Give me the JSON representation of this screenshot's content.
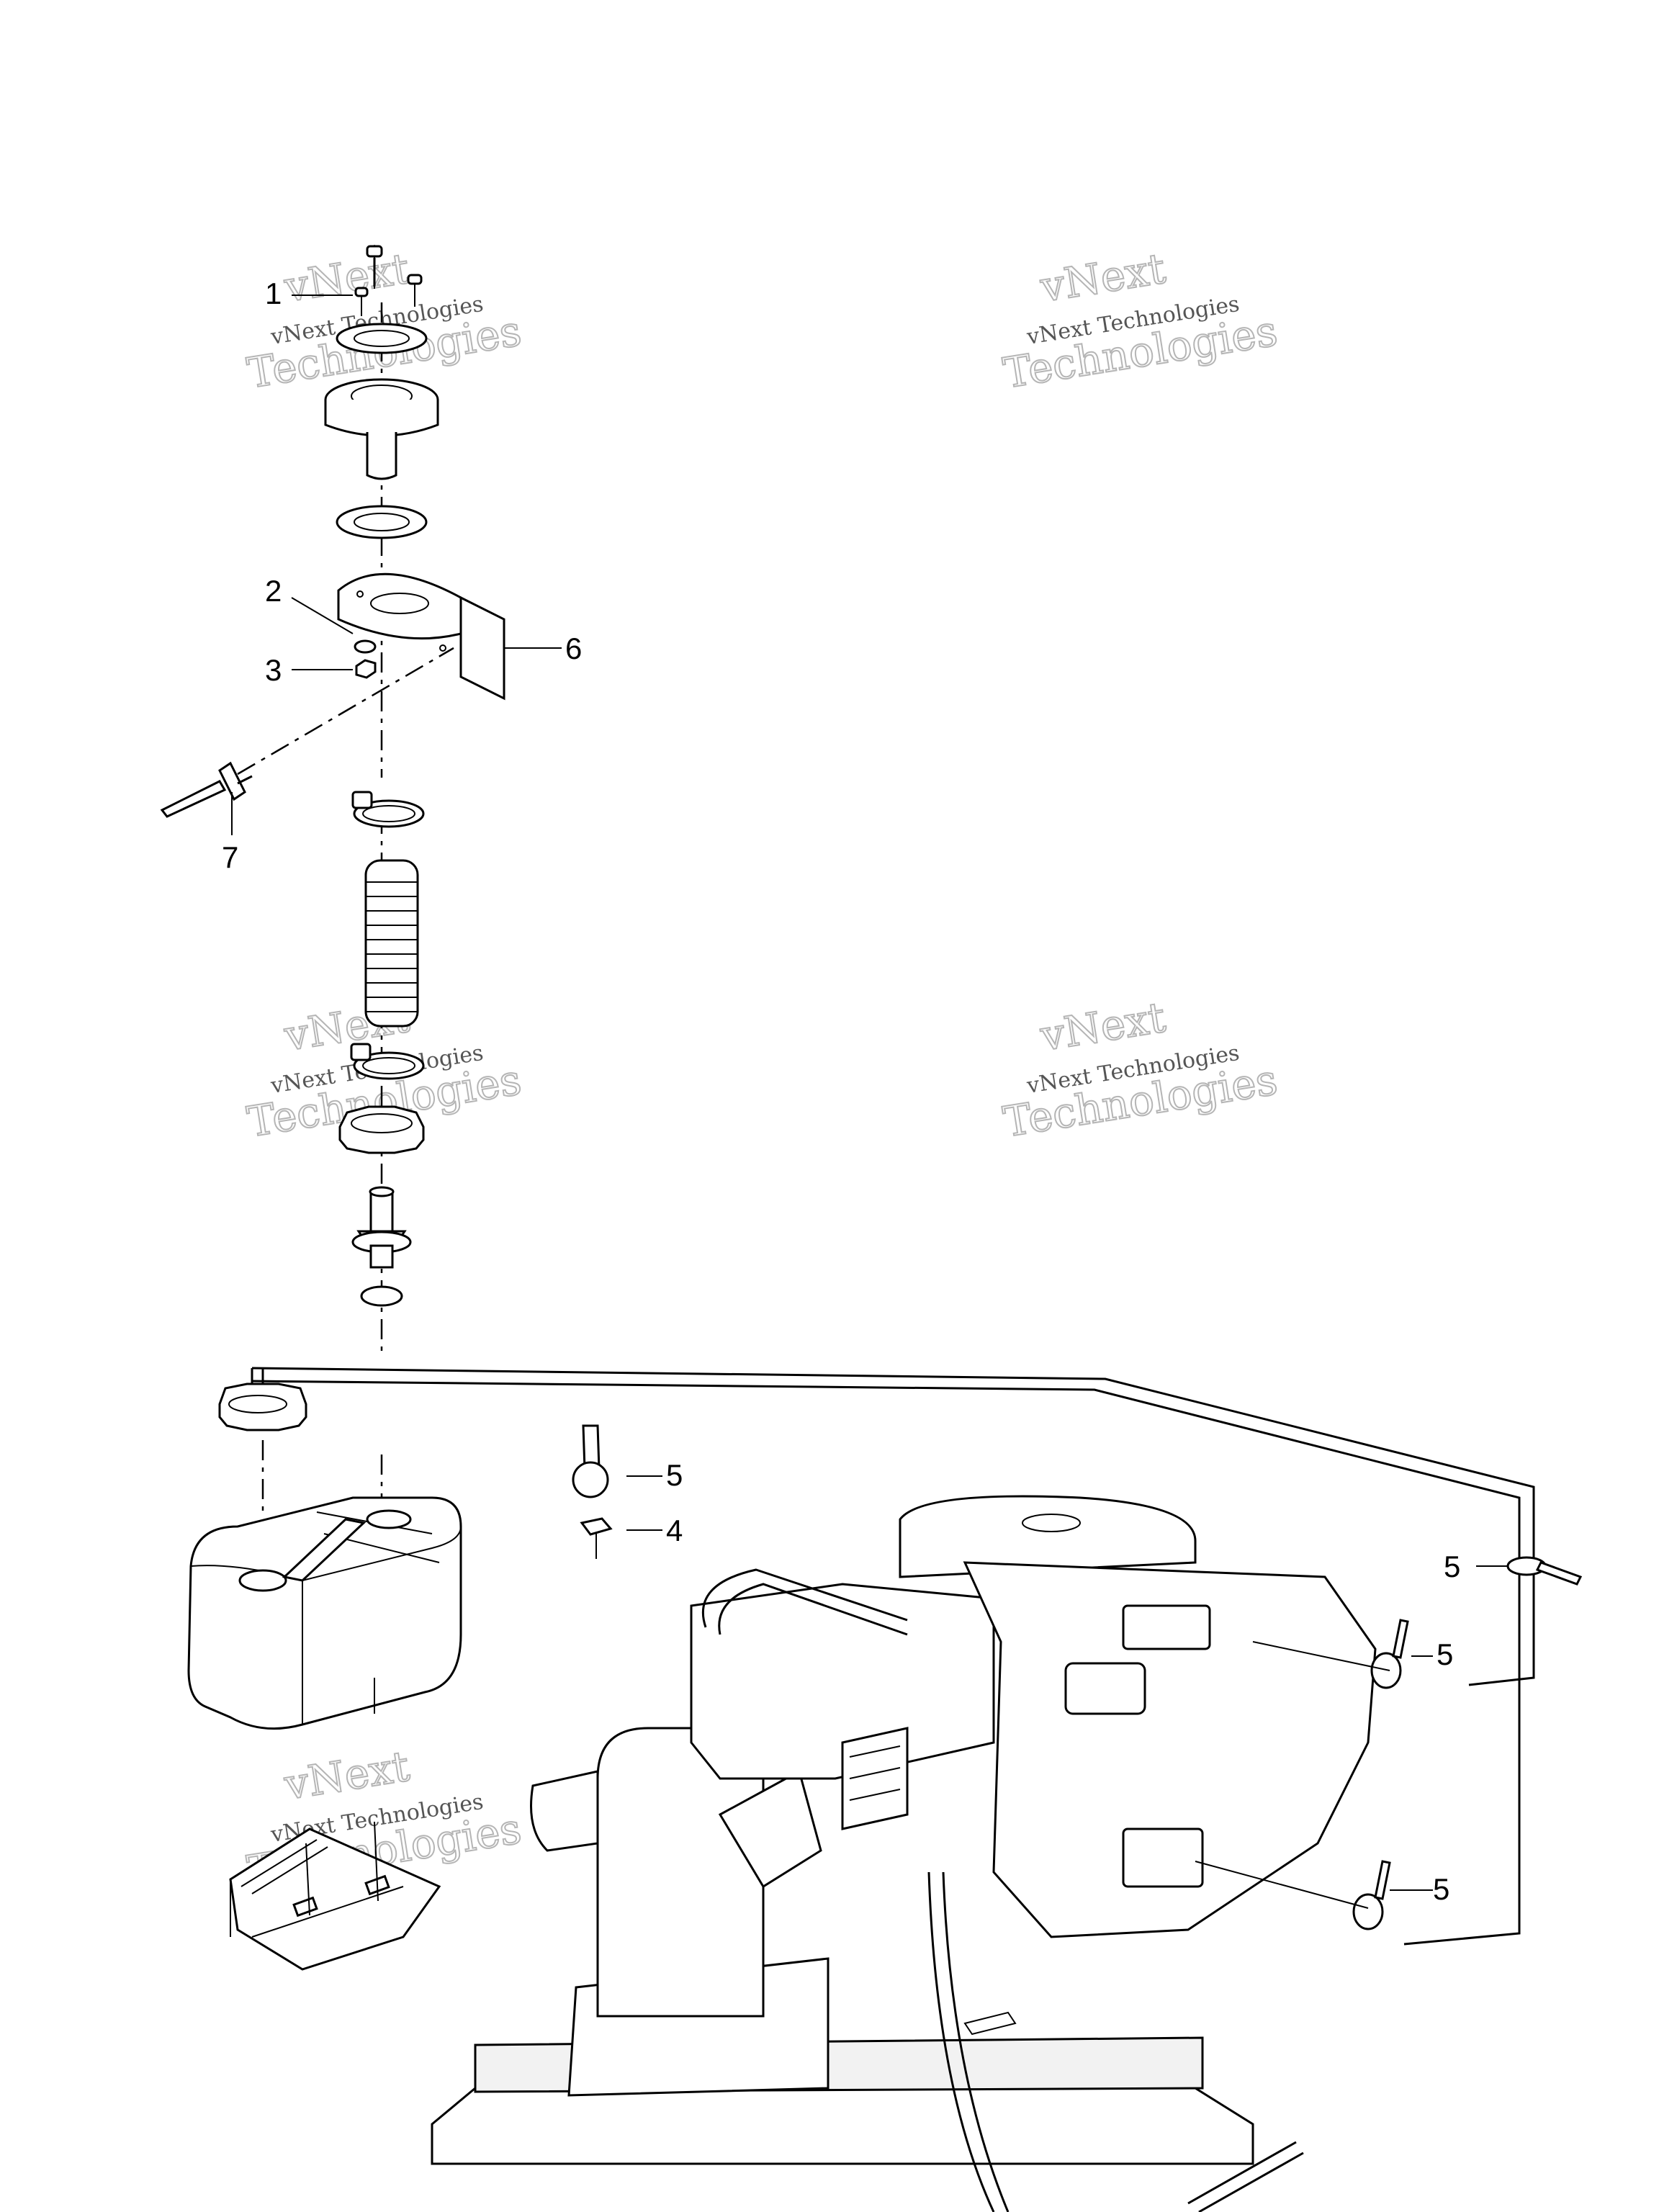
{
  "watermark": {
    "line1": "vNext",
    "line2": "vNext Technologies",
    "line3": "Technologies"
  },
  "callouts": [
    {
      "id": "c1",
      "label": "1"
    },
    {
      "id": "c2",
      "label": "2"
    },
    {
      "id": "c3",
      "label": "3"
    },
    {
      "id": "c4",
      "label": "4"
    },
    {
      "id": "c5a",
      "label": "5"
    },
    {
      "id": "c5b",
      "label": "5"
    },
    {
      "id": "c5c",
      "label": "5"
    },
    {
      "id": "c5d",
      "label": "5"
    },
    {
      "id": "c6",
      "label": "6"
    },
    {
      "id": "c7",
      "label": "7"
    }
  ]
}
